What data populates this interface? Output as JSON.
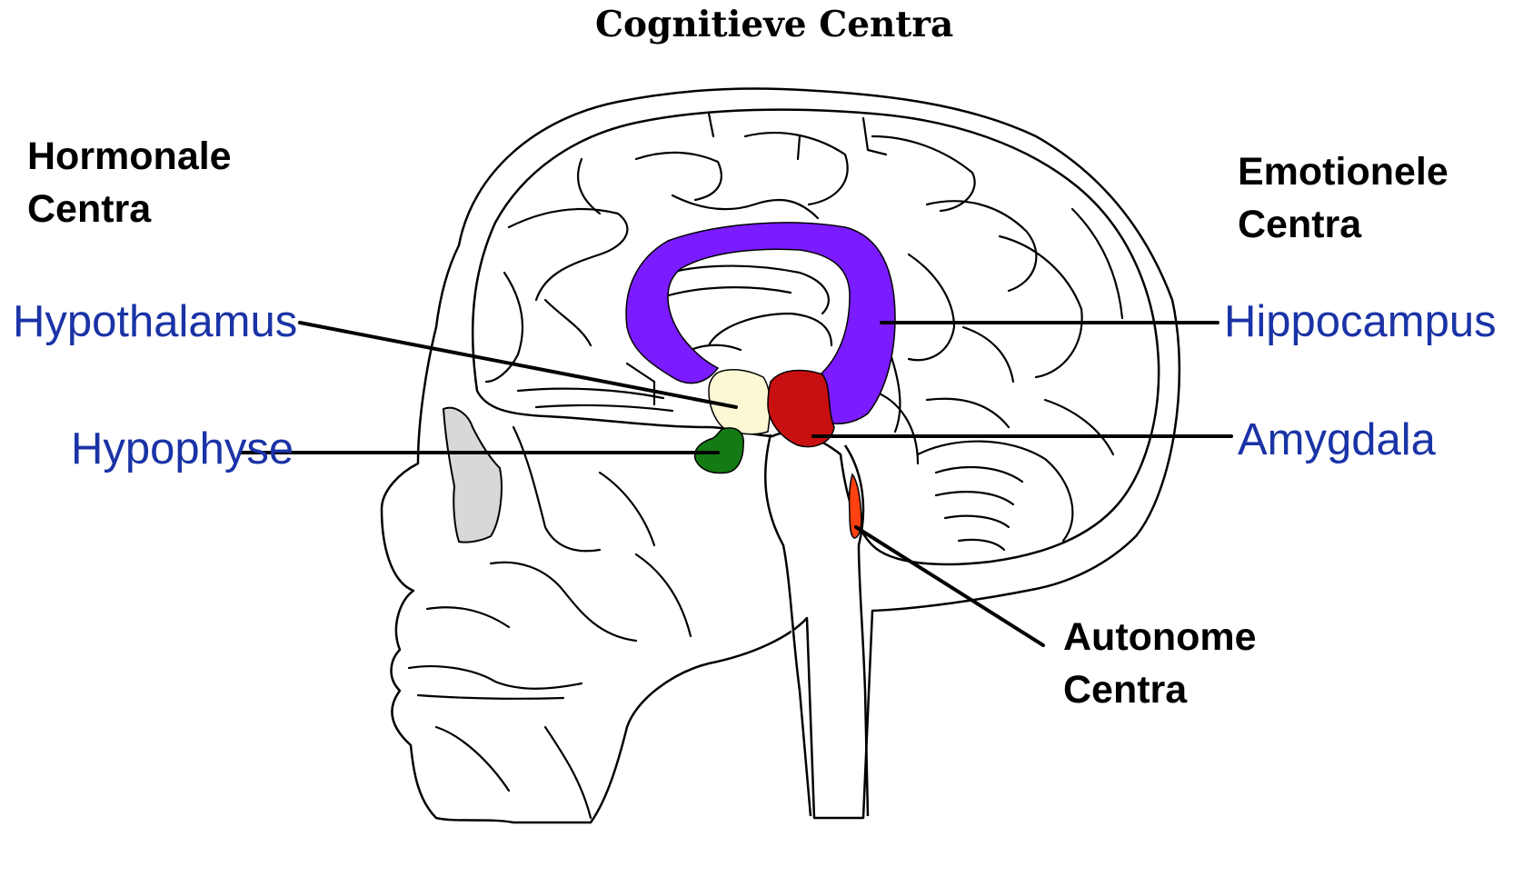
{
  "title": "Cognitieve Centra",
  "centres": {
    "hormonal": [
      "Hormonale",
      "Centra"
    ],
    "emotional": [
      "Emotionele",
      "Centra"
    ],
    "autonomic": [
      "Autonome",
      "Centra"
    ]
  },
  "regions": {
    "hypothalamus": "Hypothalamus",
    "hypophyse": "Hypophyse",
    "hippocampus": "Hippocampus",
    "amygdala": "Amygdala"
  },
  "colors": {
    "outline": "#000000",
    "hippocampus": "#7a1cff",
    "hypothalamus": "#fcf8d4",
    "amygdala": "#c81010",
    "hypophyse": "#147a14",
    "autonomic": "#ff4010",
    "sinus": "#d8d8d8",
    "region_text": "#1a33a6"
  }
}
